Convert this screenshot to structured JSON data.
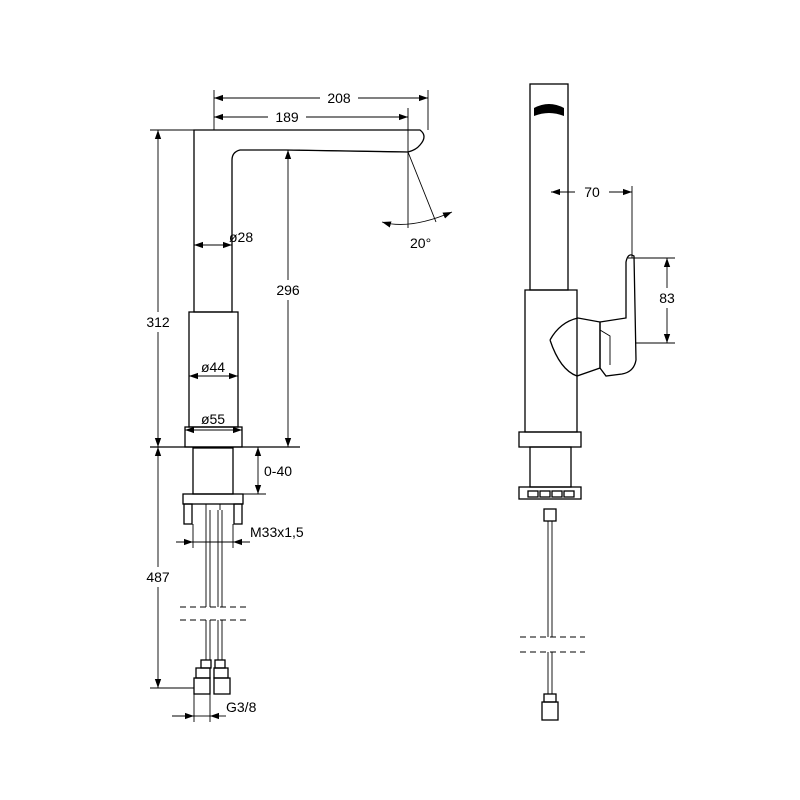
{
  "diagram": {
    "front_view": {
      "labels": {
        "spout_reach": "208",
        "spout_inner_reach": "189",
        "total_height": "312",
        "outlet_height": "296",
        "spout_angle": "20°",
        "spout_diameter": "ø28",
        "body_diameter": "ø44",
        "base_diameter": "ø55",
        "deck_thickness": "0-40",
        "thread": "M33x1,5",
        "hose_length": "487",
        "connection": "G3/8"
      }
    },
    "side_view": {
      "labels": {
        "lever_projection": "70",
        "lever_height": "83"
      }
    }
  }
}
